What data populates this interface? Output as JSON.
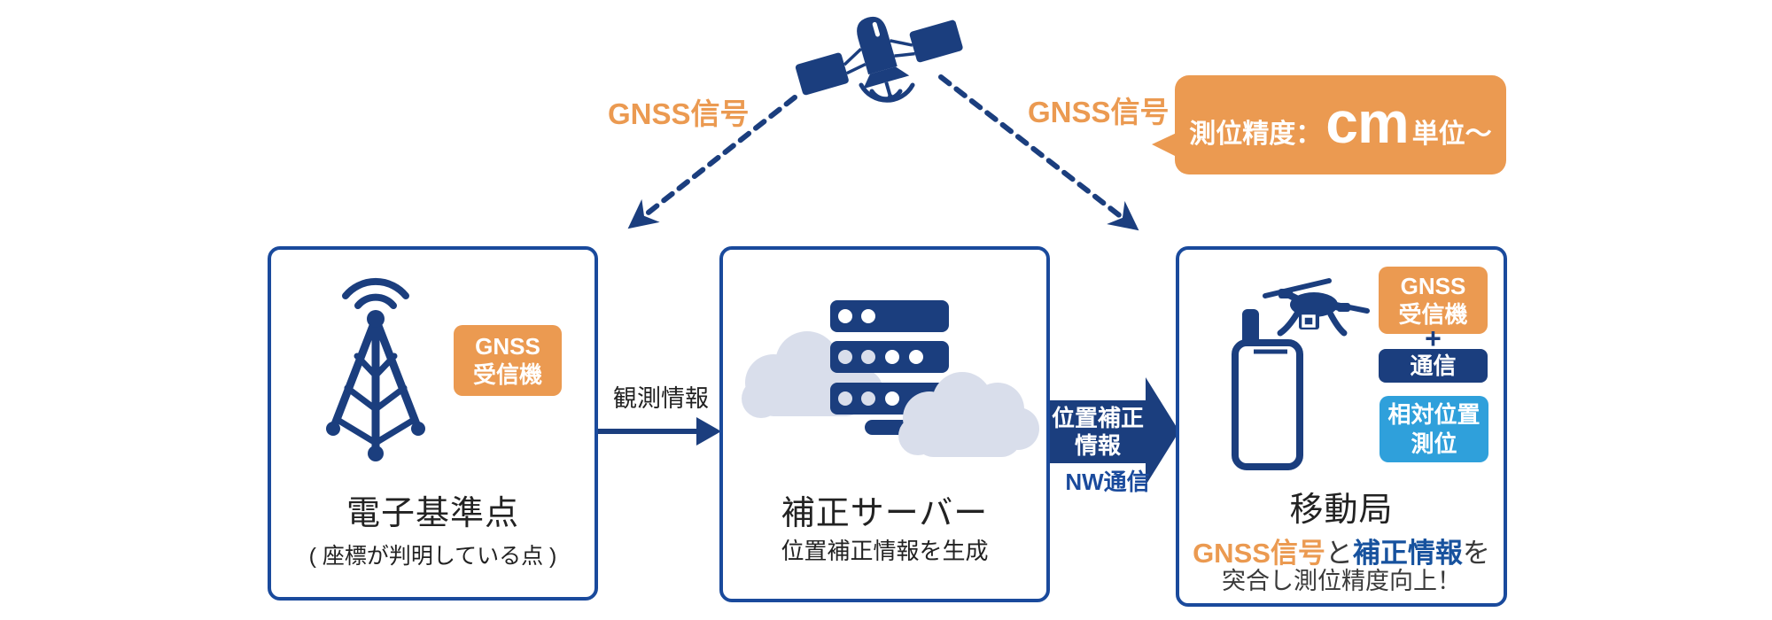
{
  "colors": {
    "orange": "#EB9A51",
    "navy": "#1B3E7E",
    "royal_blue": "#1A4A9C",
    "light_blue": "#2FA0DB",
    "cloud": "#D9DEEB",
    "white": "#FFFFFF"
  },
  "satellite_section": {
    "left_signal_label": "GNSS信号",
    "right_signal_label": "GNSS信号",
    "accuracy_bubble": {
      "prefix": "測位精度：",
      "big": "cm",
      "suffix": "単位～"
    }
  },
  "boxes": {
    "reference_station": {
      "title": "電子基準点",
      "subtitle": "( 座標が判明している点 )",
      "receiver_badge": {
        "line1": "GNSS",
        "line2": "受信機"
      }
    },
    "correction_server": {
      "title": "補正サーバー",
      "subtitle": "位置補正情報を生成"
    },
    "mobile_station": {
      "title": "移動局",
      "receiver_badge": {
        "line1": "GNSS",
        "line2": "受信機"
      },
      "plus": "+",
      "comm_badge": "通信",
      "relative_badge": {
        "line1": "相対位置",
        "line2": "測位"
      },
      "description": {
        "gnss": "GNSS信号",
        "and": "と",
        "correction": "補正情報",
        "particle": "を",
        "line2": "突合し測位精度向上！"
      }
    }
  },
  "flows": {
    "observation": {
      "label": "観測情報"
    },
    "correction": {
      "line1": "位置補正",
      "line2": "情報",
      "channel": "NW通信"
    }
  }
}
